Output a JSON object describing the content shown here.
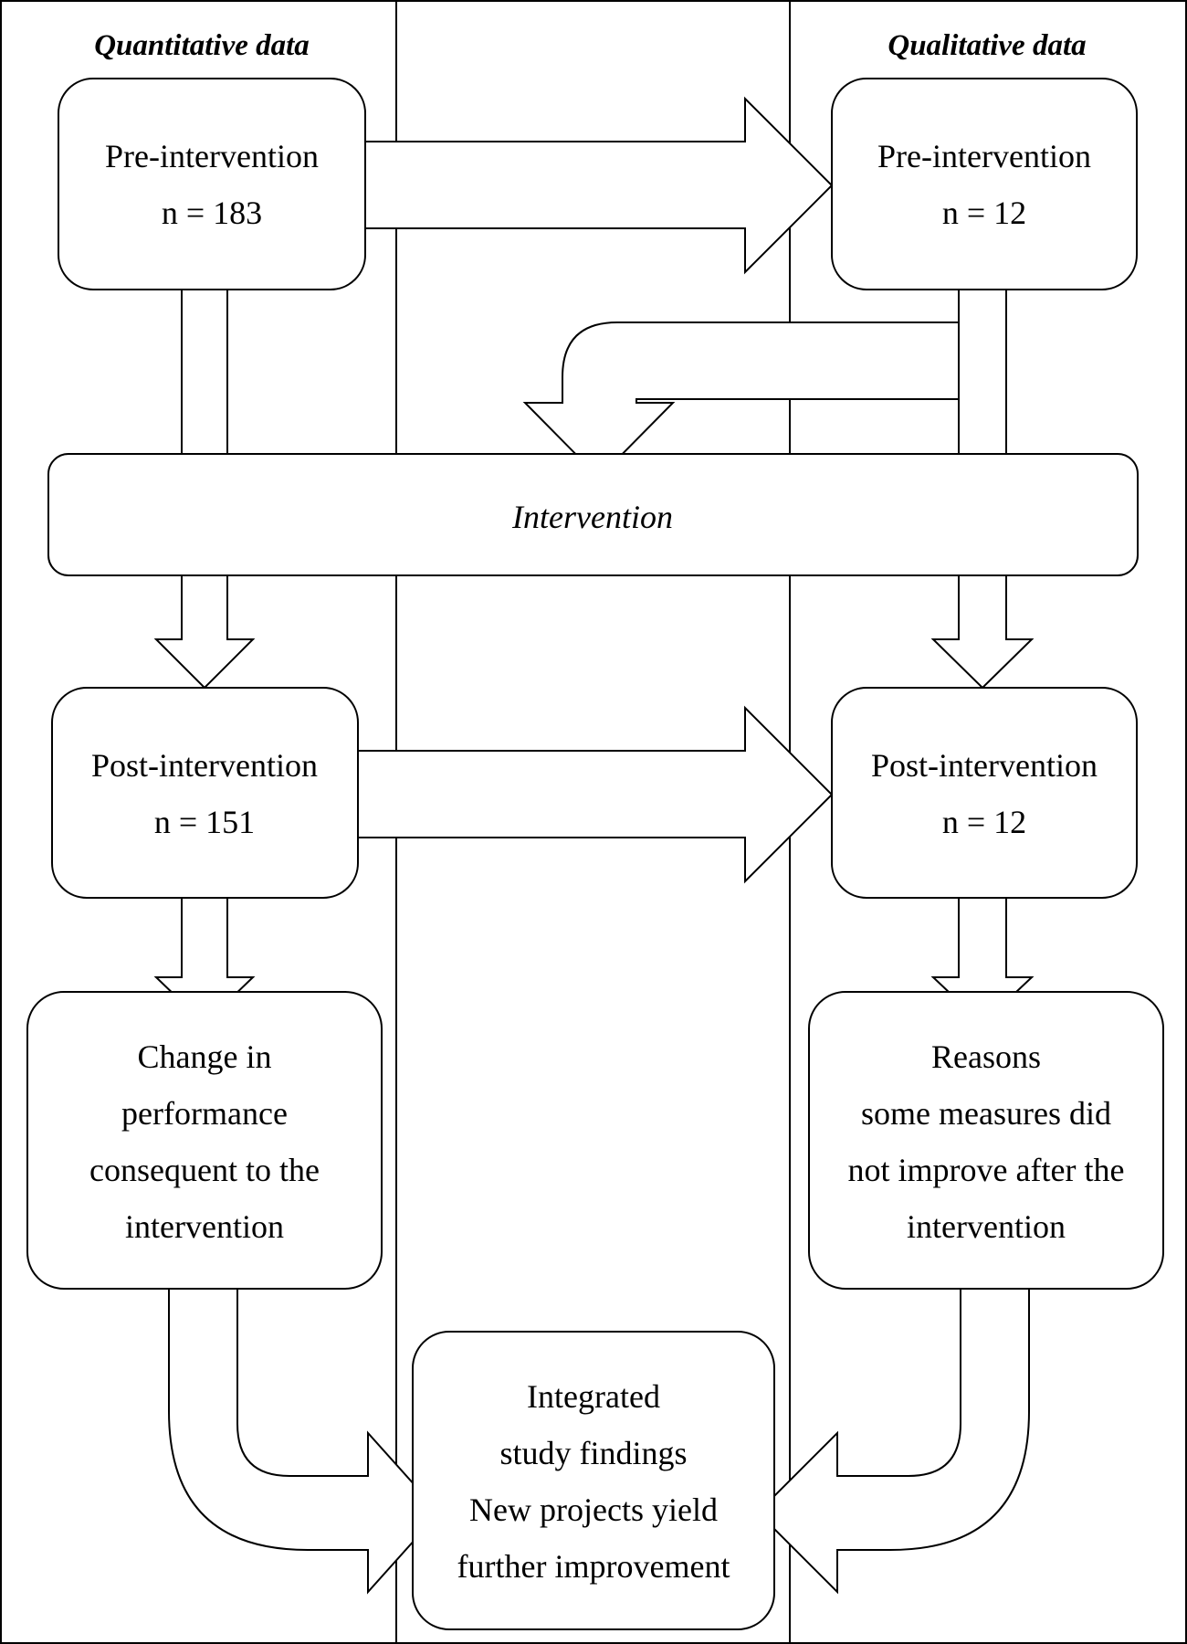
{
  "headers": {
    "left": "Quantitative data",
    "right": "Qualitative data"
  },
  "nodes": {
    "quant_pre": {
      "line1": "Pre-intervention",
      "line2": "n = 183"
    },
    "qual_pre": {
      "line1": "Pre-intervention",
      "line2": "n = 12"
    },
    "intervention": {
      "label": "Intervention"
    },
    "quant_post": {
      "line1": "Post-intervention",
      "line2": "n = 151"
    },
    "qual_post": {
      "line1": "Post-intervention",
      "line2": "n = 12"
    },
    "quant_change": {
      "lines": [
        "Change in",
        "performance",
        "consequent to the",
        "intervention"
      ]
    },
    "qual_reasons": {
      "lines": [
        "Reasons",
        "some measures did",
        "not improve after the",
        "intervention"
      ]
    },
    "integrated": {
      "lines": [
        "Integrated",
        "study findings",
        "New projects yield",
        "further improvement"
      ]
    }
  }
}
